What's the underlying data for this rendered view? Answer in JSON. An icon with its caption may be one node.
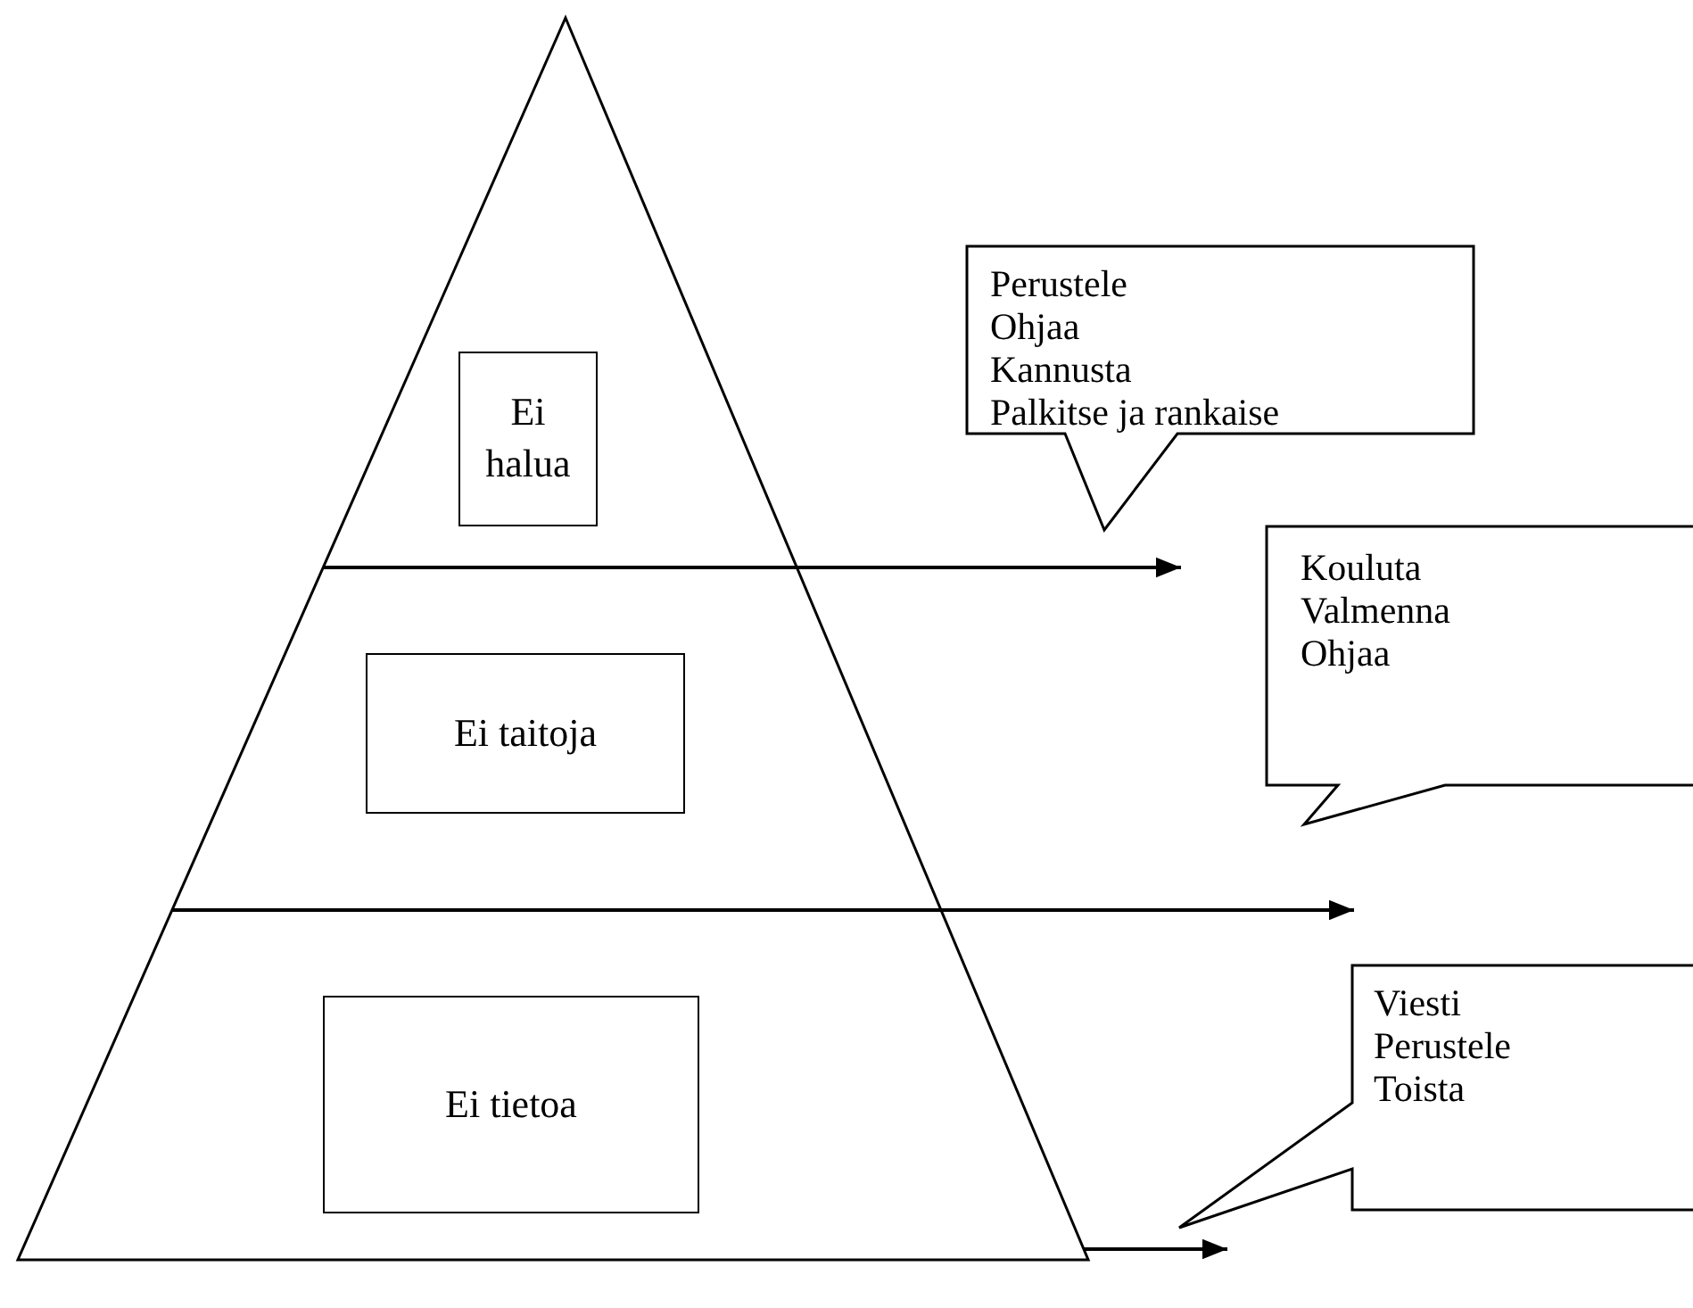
{
  "diagram": {
    "nodes": [
      {
        "text": [],
        "shape": "triangle"
      },
      {
        "text": [
          "Ei halua"
        ],
        "in": 0
      },
      {
        "text": [
          "Ei taitoja"
        ],
        "in": 0
      },
      {
        "text": [
          "Ei tietoa"
        ],
        "in": 0
      },
      {
        "text": [
          "Perustele",
          "Ohjaa",
          "Kannusta",
          "Palkitse ja rankaise"
        ]
      },
      {
        "text": [
          "Kouluta",
          "Valmenna",
          "Ohjaa"
        ]
      },
      {
        "text": [
          "Viesti",
          "Perustele",
          "Toista"
        ]
      }
    ],
    "edges": [
      {
        "from": 0,
        "to": null,
        "arrow": "to"
      },
      {
        "from": 0,
        "to": null,
        "arrow": "to"
      },
      {
        "from": 0,
        "to": 6,
        "arrow": "to"
      }
    ]
  }
}
